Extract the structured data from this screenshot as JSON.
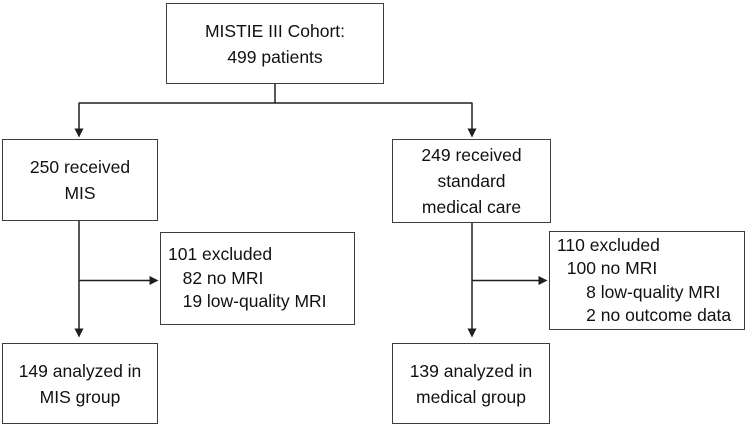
{
  "colors": {
    "background": "#ffffff",
    "border": "#3d3d3d",
    "line": "#1f1f1f",
    "text": "#111111"
  },
  "boxes": {
    "cohort": {
      "line1": "MISTIE III Cohort:",
      "line2": "499 patients"
    },
    "mis_arm": {
      "line1": "250 received",
      "line2": "MIS"
    },
    "smc_arm": {
      "line1": "249 received",
      "line2": "standard",
      "line3": "medical care"
    },
    "mis_excluded": {
      "line1": "101 excluded",
      "line2": "   82 no MRI",
      "line3": "   19 low-quality MRI"
    },
    "smc_excluded": {
      "line1": "110 excluded",
      "line2": "  100 no MRI",
      "line3": "      8 low-quality MRI",
      "line4": "      2 no outcome data"
    },
    "mis_analyzed": {
      "line1": "149 analyzed in",
      "line2": "MIS group"
    },
    "smc_analyzed": {
      "line1": "139 analyzed in",
      "line2": "medical group"
    }
  }
}
